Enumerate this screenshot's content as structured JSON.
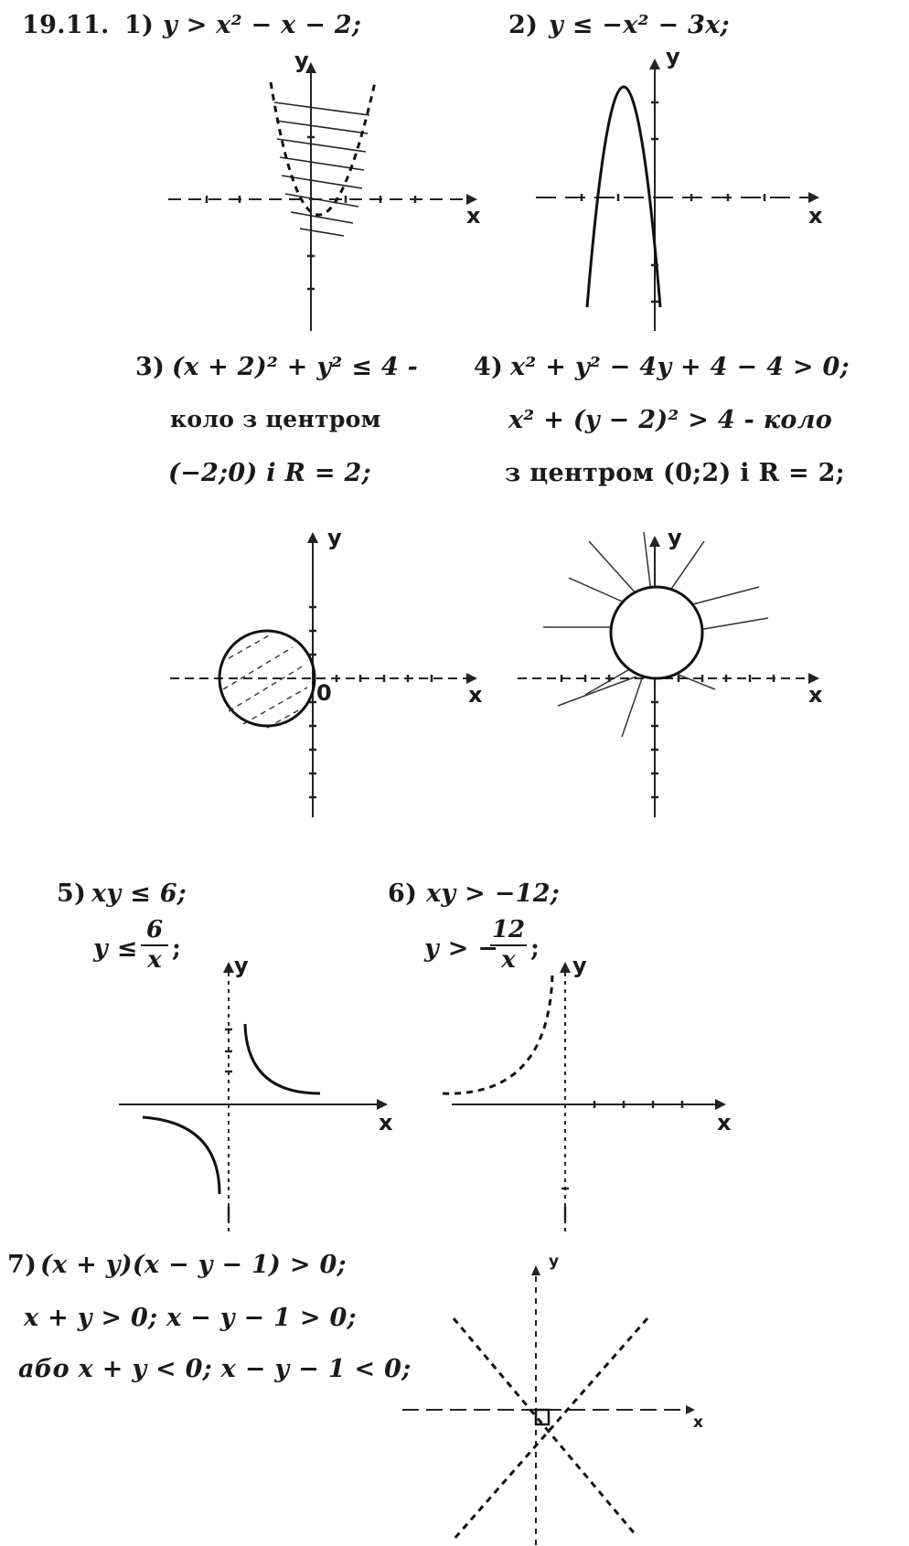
{
  "problem_number": "19.11.",
  "items": [
    {
      "label": "1)",
      "inequality": "y > x² − x − 2;"
    },
    {
      "label": "2)",
      "inequality": "y ≤ −x² − 3x;"
    },
    {
      "label": "3)",
      "inequality": "(x + 2)² + y² ≤ 4 -",
      "desc_line1": "коло з центром",
      "desc_line2": "(−2;0) і R = 2;"
    },
    {
      "label": "4)",
      "inequality": "x² + y² − 4y + 4 − 4 > 0;",
      "line2": "x² + (y − 2)² > 4 - коло",
      "line3": "з центром (0;2) і R = 2;"
    },
    {
      "label": "5)",
      "inequality": "xy ≤ 6;",
      "solved_lhs": "y ≤",
      "solved_num": "6",
      "solved_den": "x",
      "solved_end": ";"
    },
    {
      "label": "6)",
      "inequality": "xy > −12;",
      "solved_lhs": "y > −",
      "solved_num": "12",
      "solved_den": "x",
      "solved_end": ";"
    },
    {
      "label": "7)",
      "inequality": "(x + y)(x − y − 1) > 0;",
      "case1": "x + y > 0;   x − y − 1 > 0;",
      "case2": "або x + y < 0;   x − y − 1 < 0;"
    }
  ],
  "axis_labels": {
    "x": "x",
    "y": "y",
    "origin": "0"
  },
  "colors": {
    "ink": "#1a1a1a"
  }
}
